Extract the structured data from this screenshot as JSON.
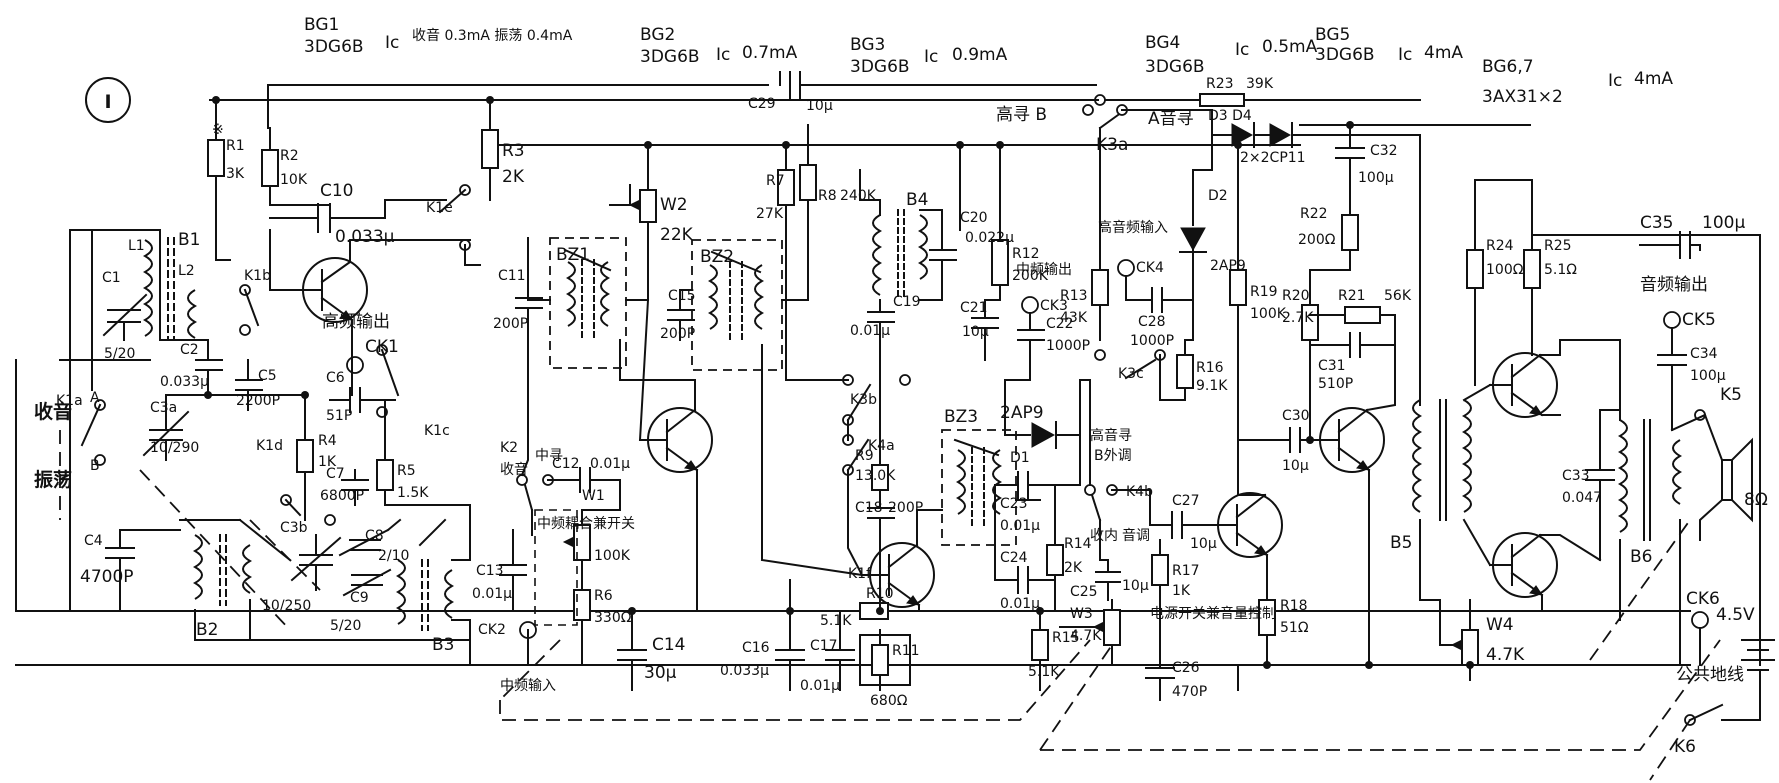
{
  "figure_number": "①",
  "transistors": [
    {
      "id": "bg1",
      "name": "BG1",
      "type": "3DG6B",
      "ic": "Ic",
      "current": "收音 0.3mA  振荡 0.4mA"
    },
    {
      "id": "bg2",
      "name": "BG2",
      "type": "3DG6B",
      "ic": "Ic",
      "current": "0.7mA"
    },
    {
      "id": "bg3",
      "name": "BG3",
      "type": "3DG6B",
      "ic": "Ic",
      "current": "0.9mA"
    },
    {
      "id": "bg4",
      "name": "BG4",
      "type": "3DG6B",
      "ic": "Ic",
      "current": "0.5mA"
    },
    {
      "id": "bg5",
      "name": "BG5",
      "type": "3DG6B",
      "ic": "Ic",
      "current": "4mA"
    },
    {
      "id": "bg67",
      "name": "BG6,7",
      "type": "3AX31×2",
      "ic": "Ic",
      "current": "4mA"
    }
  ],
  "resistors": [
    {
      "id": "r1",
      "name": "R1",
      "value": "3K"
    },
    {
      "id": "r2",
      "name": "R2",
      "value": "10K"
    },
    {
      "id": "r3",
      "name": "R3",
      "value": "2K"
    },
    {
      "id": "r4",
      "name": "R4",
      "value": "1K"
    },
    {
      "id": "r5",
      "name": "R5",
      "value": "1.5K"
    },
    {
      "id": "r6",
      "name": "R6",
      "value": "330Ω"
    },
    {
      "id": "r7",
      "name": "R7",
      "value": "27K"
    },
    {
      "id": "r8",
      "name": "R8",
      "value": "240K"
    },
    {
      "id": "r9",
      "name": "R9",
      "value": "13.0K"
    },
    {
      "id": "r10",
      "name": "R10",
      "value": "5.1K"
    },
    {
      "id": "r11",
      "name": "R11",
      "value": "680Ω"
    },
    {
      "id": "r12",
      "name": "R12",
      "value": "200K"
    },
    {
      "id": "r13",
      "name": "R13",
      "value": "43K"
    },
    {
      "id": "r14",
      "name": "R14",
      "value": "2K"
    },
    {
      "id": "r15",
      "name": "R15",
      "value": "5.1K"
    },
    {
      "id": "r16",
      "name": "R16",
      "value": "9.1K"
    },
    {
      "id": "r17",
      "name": "R17",
      "value": "1K"
    },
    {
      "id": "r18",
      "name": "R18",
      "value": "51Ω"
    },
    {
      "id": "r19",
      "name": "R19",
      "value": "100K"
    },
    {
      "id": "r20",
      "name": "R20",
      "value": "2.7K"
    },
    {
      "id": "r21",
      "name": "R21",
      "value": "56K"
    },
    {
      "id": "r22",
      "name": "R22",
      "value": "200Ω"
    },
    {
      "id": "r23",
      "name": "R23",
      "value": "39K"
    },
    {
      "id": "r24",
      "name": "R24",
      "value": "100Ω"
    },
    {
      "id": "r25",
      "name": "R25",
      "value": "5.1Ω"
    }
  ],
  "capacitors": [
    {
      "id": "c1",
      "name": "C1",
      "value": "5/20"
    },
    {
      "id": "c2",
      "name": "C2",
      "value": "0.033μ"
    },
    {
      "id": "c3a",
      "name": "C3a",
      "value": "10/290"
    },
    {
      "id": "c3b",
      "name": "C3b",
      "value": "10/250"
    },
    {
      "id": "c4",
      "name": "C4",
      "value": "4700P"
    },
    {
      "id": "c5",
      "name": "C5",
      "value": "2200P"
    },
    {
      "id": "c6",
      "name": "C6",
      "value": "51P"
    },
    {
      "id": "c7",
      "name": "C7",
      "value": "6800P"
    },
    {
      "id": "c8",
      "name": "C8",
      "value": "2/10"
    },
    {
      "id": "c9",
      "name": "C9",
      "value": "5/20"
    },
    {
      "id": "c10",
      "name": "C10",
      "value": "0.033μ"
    },
    {
      "id": "c11",
      "name": "C11",
      "value": "200P"
    },
    {
      "id": "c12",
      "name": "C12",
      "value": "0.01μ"
    },
    {
      "id": "c13",
      "name": "C13",
      "value": "0.01μ"
    },
    {
      "id": "c14",
      "name": "C14",
      "value": "30μ"
    },
    {
      "id": "c15",
      "name": "C15",
      "value": "200P"
    },
    {
      "id": "c16",
      "name": "C16",
      "value": "0.033μ"
    },
    {
      "id": "c17",
      "name": "C17",
      "value": "0.01μ"
    },
    {
      "id": "c18",
      "name": "C18",
      "value": "200P"
    },
    {
      "id": "c19",
      "name": "C19",
      "value": "0.01μ"
    },
    {
      "id": "c20",
      "name": "C20",
      "value": "0.022μ"
    },
    {
      "id": "c21",
      "name": "C21",
      "value": "10μ"
    },
    {
      "id": "c22",
      "name": "C22",
      "value": "1000P"
    },
    {
      "id": "c23",
      "name": "C23",
      "value": "0.01μ"
    },
    {
      "id": "c24",
      "name": "C24",
      "value": "0.01μ"
    },
    {
      "id": "c25",
      "name": "C25",
      "value": "10μ"
    },
    {
      "id": "c26",
      "name": "C26",
      "value": "470P"
    },
    {
      "id": "c27",
      "name": "C27",
      "value": "10μ"
    },
    {
      "id": "c28",
      "name": "C28",
      "value": "1000P"
    },
    {
      "id": "c29",
      "name": "C29",
      "value": "10μ"
    },
    {
      "id": "c30",
      "name": "C30",
      "value": "10μ"
    },
    {
      "id": "c31",
      "name": "C31",
      "value": "510P"
    },
    {
      "id": "c32",
      "name": "C32",
      "value": "100μ"
    },
    {
      "id": "c33",
      "name": "C33",
      "value": "0.047"
    },
    {
      "id": "c34",
      "name": "C34",
      "value": "100μ"
    },
    {
      "id": "c35",
      "name": "C35",
      "value": "100μ"
    }
  ],
  "coils": [
    "B1",
    "L1",
    "L2",
    "B2",
    "B3",
    "B4",
    "B5",
    "B6",
    "BZ1",
    "BZ2",
    "BZ3"
  ],
  "potentiometers": [
    {
      "name": "W1",
      "value": "100K"
    },
    {
      "name": "W2",
      "value": "22K"
    },
    {
      "name": "W3",
      "value": "4.7K"
    },
    {
      "name": "W4",
      "value": "4.7K"
    }
  ],
  "diodes": [
    {
      "name": "D1",
      "type": "2AP9"
    },
    {
      "name": "D2",
      "type": "2AP9"
    },
    {
      "name": "D3 D4",
      "type": "2×2CP11"
    }
  ],
  "switches": [
    "K1a",
    "K1b",
    "K1c",
    "K1d",
    "K1e",
    "K1f",
    "K2",
    "K3a",
    "K3b",
    "K3c",
    "K4a",
    "K4b",
    "K5",
    "K6"
  ],
  "jacks": [
    "CK1",
    "CK2",
    "CK3",
    "CK4",
    "CK5",
    "CK6"
  ],
  "annotations": {
    "shouyin": "收音",
    "zhendang": "振荡",
    "gaopin_shuchu": "高频输出",
    "zhongpin_shuchu": "中频输出",
    "gaoyinpin_shuru": "高音频输入",
    "zhongpin_shuru": "中频输入",
    "yinpin_shuchu": "音频输出",
    "gongong_dixian": "公共地线",
    "zhongpin_jian_kaiguan": "中频耦合兼开关",
    "dianyuan_kaiguan": "电源开关兼音量控制",
    "gaoyin_xun": "高音寻",
    "b_waitiao": "B外调",
    "gaoxun_b": "高寻 B",
    "yinxun_a": "A音寻",
    "shouyin_k2": "收音",
    "zhongxun": "中寻",
    "shounei": "收内",
    "yintiao": "音调",
    "k_ab_A": "A",
    "k_ab_B": "B",
    "speaker": "8Ω",
    "battery": "4.5V",
    "kia": "K1a",
    "r1_mark": "※"
  }
}
